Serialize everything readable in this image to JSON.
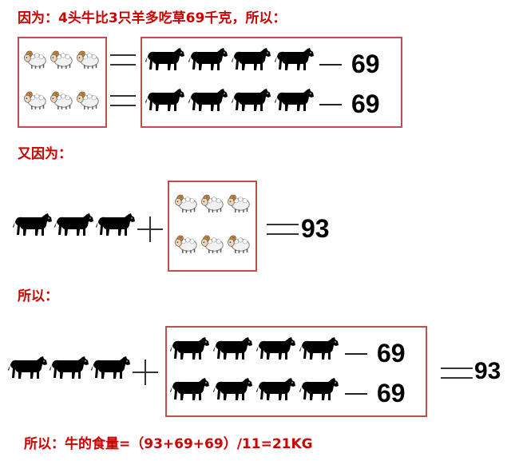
{
  "texts": {
    "line1": "因为：4头牛比3只羊多吃草69千克，所以：",
    "line2": "又因为：",
    "line3": "所以：",
    "result": "所以：牛的食量=（93+69+69）/11=21KG"
  },
  "numbers": {
    "n69": "69",
    "n93": "93"
  },
  "colors": {
    "accent_red": "#cc0000",
    "box_border": "#c0504d"
  },
  "icons": {
    "cow": "cow-icon",
    "sheep": "sheep-icon"
  }
}
